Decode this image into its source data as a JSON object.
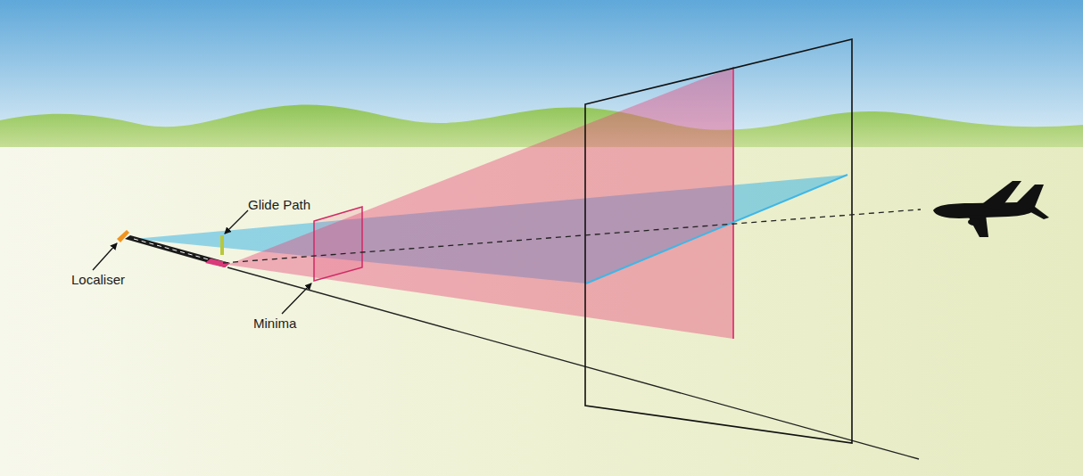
{
  "diagram": {
    "labels": [
      "Localiser",
      "Glide Path",
      "Minima"
    ]
  }
}
